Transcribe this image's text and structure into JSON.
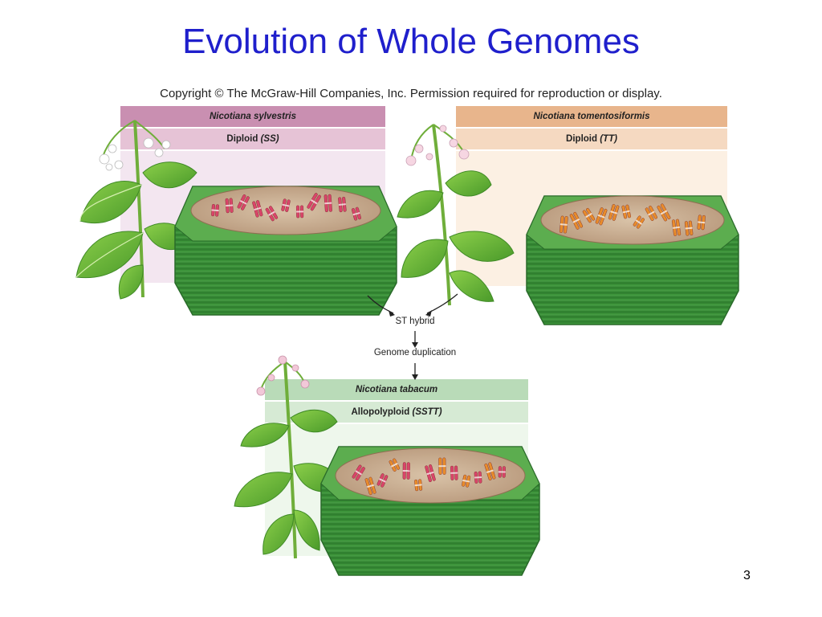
{
  "slide": {
    "title": "Evolution of Whole Genomes",
    "copyright": "Copyright © The McGraw-Hill Companies, Inc. Permission required for reproduction or display.",
    "page_number": "3"
  },
  "panels": [
    {
      "species": "Nicotiana sylvestris",
      "ploidy_prefix": "Diploid ",
      "genome": "(SS)",
      "header_color": "#c98fb1",
      "sub_color": "#e6c3d6",
      "body_color": "#f3e6f0",
      "chromosome_colors": [
        "#d9456a"
      ]
    },
    {
      "species": "Nicotiana tomentosiformis",
      "ploidy_prefix": "Diploid ",
      "genome": "(TT)",
      "header_color": "#e8b58c",
      "sub_color": "#f5d9c1",
      "body_color": "#fcf0e3",
      "chromosome_colors": [
        "#e88c2c"
      ]
    },
    {
      "species": "Nicotiana tabacum",
      "ploidy_prefix": "Allopolyploid ",
      "genome": "(SSTT)",
      "header_color": "#b9dbb8",
      "sub_color": "#d6ead4",
      "body_color": "#eef7ec",
      "chromosome_colors": [
        "#d9456a",
        "#e88c2c"
      ]
    }
  ],
  "flow": {
    "hybrid_label": "ST hybrid",
    "duplication_label": "Genome duplication"
  },
  "icons": [
    "tobacco-plant-icon",
    "cell-nucleus-icon",
    "chromosome-icon",
    "arrow-icon"
  ]
}
